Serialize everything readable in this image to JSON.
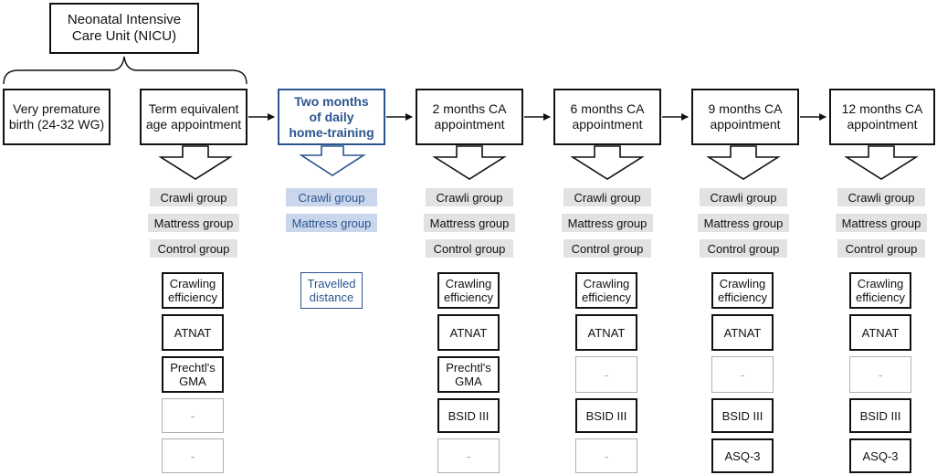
{
  "nicu": {
    "label": "Neonatal Intensive\nCare Unit (NICU)"
  },
  "stages": [
    {
      "id": "birth",
      "label": "Very premature\nbirth (24-32 WG)"
    },
    {
      "id": "term",
      "label": "Term equivalent\nage appointment"
    },
    {
      "id": "training",
      "label": "Two months\nof daily\nhome-training"
    },
    {
      "id": "m2",
      "label": "2 months CA\nappointment"
    },
    {
      "id": "m6",
      "label": "6 months CA\nappointment"
    },
    {
      "id": "m9",
      "label": "9 months CA\nappointment"
    },
    {
      "id": "m12",
      "label": "12 months CA\nappointment"
    }
  ],
  "groups": {
    "crawli": "Crawli group",
    "mattress": "Mattress group",
    "control": "Control group"
  },
  "measures": {
    "crawling_efficiency": "Crawling\nefficiency",
    "atnat": "ATNAT",
    "prechtl_gma": "Prechtl's\nGMA",
    "bsid": "BSID III",
    "asq": "ASQ-3",
    "empty": "-",
    "travelled_distance": "Travelled\ndistance"
  },
  "colors": {
    "training_accent": "#2b5590",
    "group_fill": "#e2e2e2",
    "training_group_fill": "#c9d6ec"
  }
}
